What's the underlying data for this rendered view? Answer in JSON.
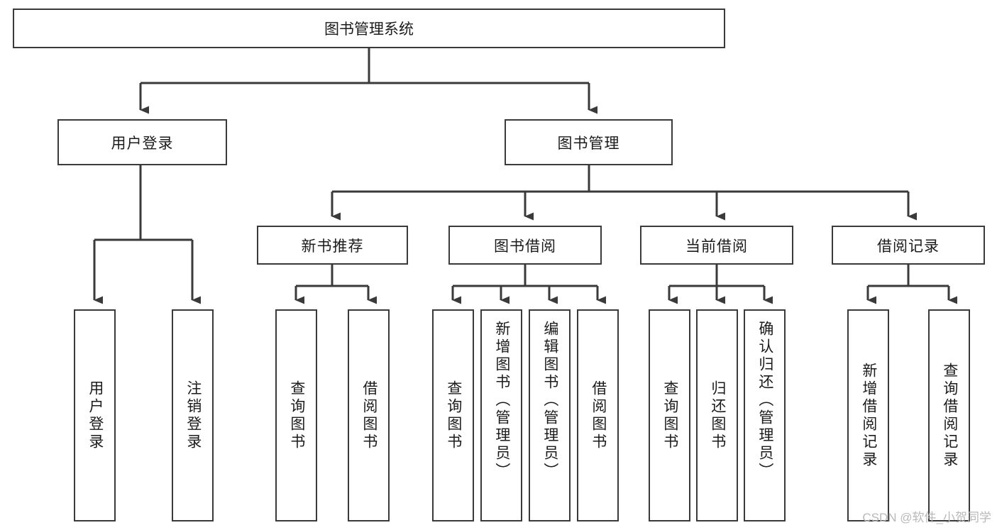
{
  "diagram": {
    "title": "图书管理系统",
    "root": {
      "label": "图书管理系统"
    },
    "level2": [
      {
        "label": "用户登录"
      },
      {
        "label": "图书管理"
      }
    ],
    "level3": [
      {
        "label": "新书推荐"
      },
      {
        "label": "图书借阅"
      },
      {
        "label": "当前借阅"
      },
      {
        "label": "借阅记录"
      }
    ],
    "leaves": [
      {
        "label": "用户登录",
        "parent": "用户登录",
        "align": "mid"
      },
      {
        "label": "注销登录",
        "parent": "用户登录",
        "align": "mid"
      },
      {
        "label": "查询图书",
        "parent": "新书推荐",
        "align": "mid"
      },
      {
        "label": "借阅图书",
        "parent": "新书推荐",
        "align": "mid"
      },
      {
        "label": "查询图书",
        "parent": "图书借阅",
        "align": "mid"
      },
      {
        "label": "新增图书（管理员）",
        "parent": "图书借阅",
        "align": "top"
      },
      {
        "label": "编辑图书（管理员）",
        "parent": "图书借阅",
        "align": "top"
      },
      {
        "label": "借阅图书",
        "parent": "图书借阅",
        "align": "mid"
      },
      {
        "label": "查询图书",
        "parent": "当前借阅",
        "align": "mid"
      },
      {
        "label": "归还图书",
        "parent": "当前借阅",
        "align": "mid"
      },
      {
        "label": "确认归还（管理员）",
        "parent": "当前借阅",
        "align": "top"
      },
      {
        "label": "新增借阅记录",
        "parent": "借阅记录",
        "align": "mid"
      },
      {
        "label": "查询借阅记录",
        "parent": "借阅记录",
        "align": "mid"
      }
    ]
  },
  "watermark": {
    "text": "CSDN @软件_小贺同学"
  },
  "colors": {
    "stroke": "#3a3a3a",
    "text": "#1b1b1b",
    "background": "#ffffff",
    "watermark": "#b9b9b9"
  }
}
